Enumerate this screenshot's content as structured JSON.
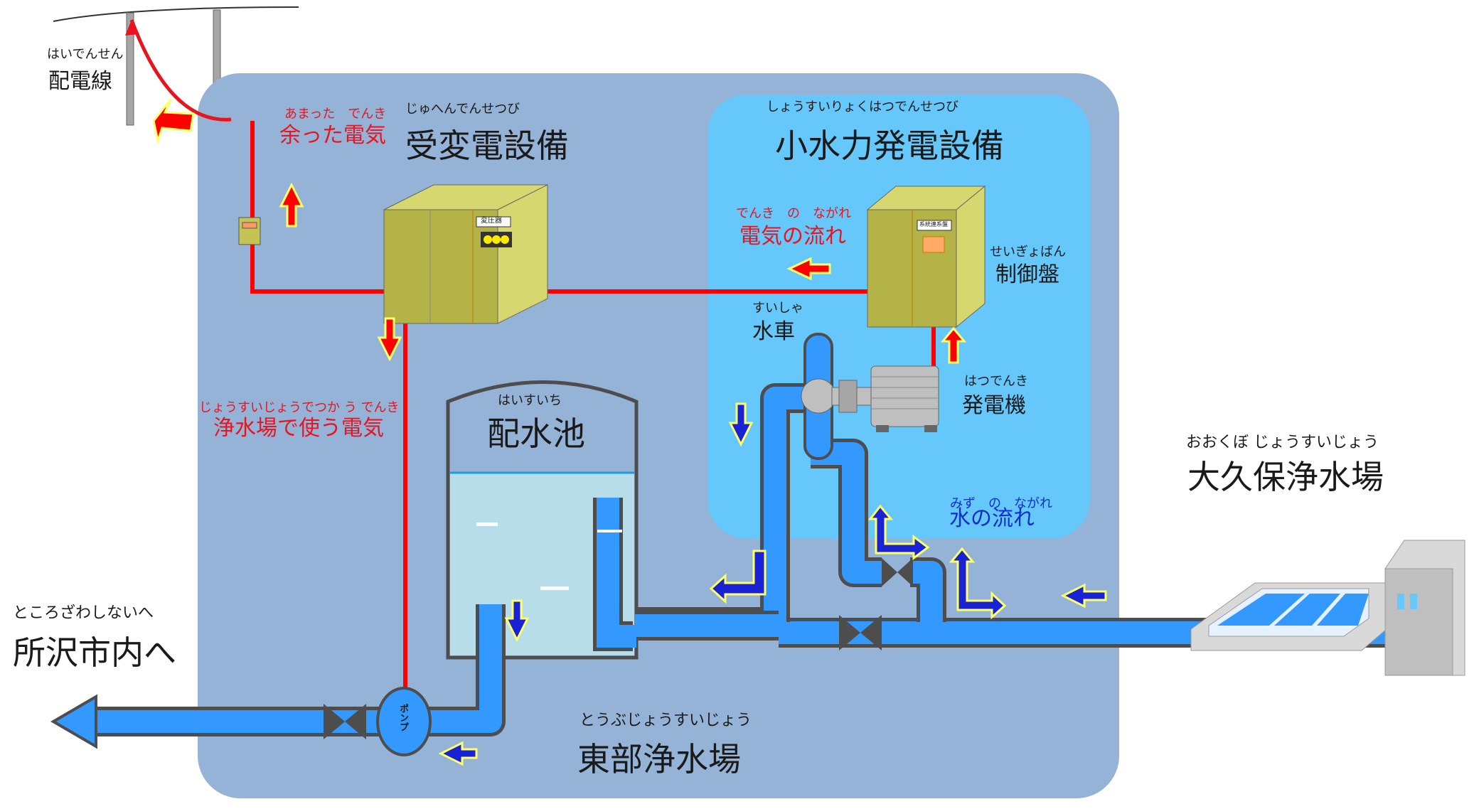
{
  "labels": {
    "haidensen_ruby": "はいでんせん",
    "haidensen": "配電線",
    "amatta_ruby": "あまった　でんき",
    "amatta": "余った電気",
    "juhen_ruby": "じゅへんでんせつび",
    "juhen": "受変電設備",
    "shousui_ruby": "しょうすいりょくはつでんせつび",
    "shousui": "小水力発電設備",
    "denki_nagare_ruby": "でんき　の　ながれ",
    "denki_nagare": "電気の流れ",
    "seigyo_ruby": "せいぎょばん",
    "seigyo": "制御盤",
    "suisha_ruby": "すいしゃ",
    "suisha": "水車",
    "hatsudenki_ruby": "はつでんき",
    "hatsudenki": "発電機",
    "josui_denki_ruby": "じょうすいじょうでつか う でんき",
    "josui_denki": "浄水場で使う電気",
    "haisuichi_ruby": "はいすいち",
    "haisuichi": "配水池",
    "mizu_nagare_ruby": "みず　の　ながれ",
    "mizu_nagare": "水の流れ",
    "okubo_ruby": "おおくぼ じょうすいじょう",
    "okubo": "大久保浄水場",
    "tokorozawa_ruby": "ところざわしないへ",
    "tokorozawa": "所沢市内へ",
    "tobu_ruby": "とうぶじょうすいじょう",
    "tobu": "東部浄水場",
    "henatsuki": "変圧器",
    "keito_renkei": "系統連系盤",
    "pump": "ポンプ"
  },
  "colors": {
    "plant_bg": "#95b3d7",
    "hydro_bg": "#66c8fa",
    "pipe": "#3399ff",
    "pipe_edge": "#4d4d4d",
    "wire": "#ff0000",
    "cabinet": "#b3b347",
    "red_text": "#e8141e",
    "blue_text": "#0a2fd0"
  }
}
